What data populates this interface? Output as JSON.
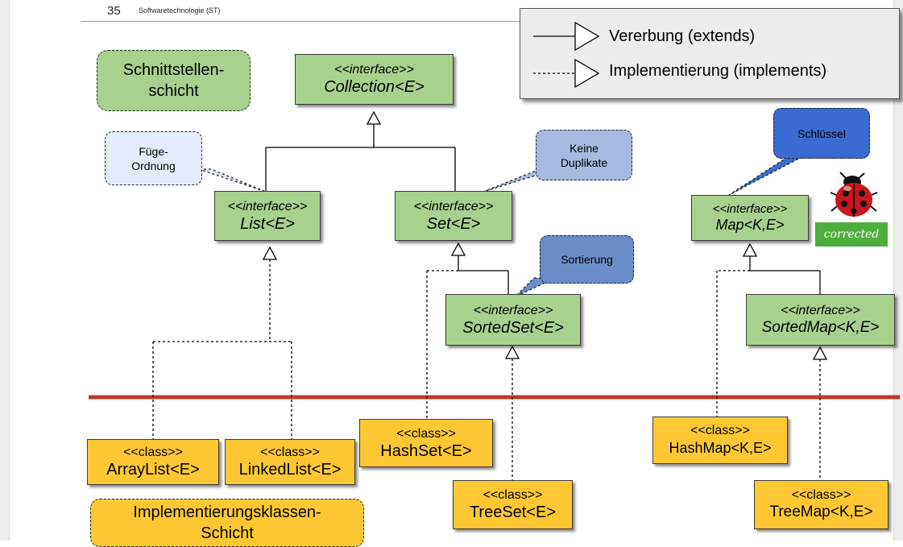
{
  "header": {
    "slide_number": "35",
    "course_title": "Softwaretechnologie (ST)"
  },
  "legend": {
    "extends_label": "Vererbung (extends)",
    "implements_label": "Implementierung (implements)"
  },
  "layers": {
    "interface_layer": "Schnittstellen-\nschicht",
    "implementation_layer": "Implementierungsklassen-\nSchicht"
  },
  "annotations": {
    "order": "Füge-\nOrdnung",
    "no_duplicates": "Keine\nDuplikate",
    "sorting": "Sortierung",
    "key": "Schlüssel"
  },
  "interfaces": {
    "collection": {
      "stereotype": "<<interface>>",
      "name": "Collection<E>"
    },
    "list": {
      "stereotype": "<<interface>>",
      "name": "List<E>"
    },
    "set": {
      "stereotype": "<<interface>>",
      "name": "Set<E>"
    },
    "sortedset": {
      "stereotype": "<<interface>>",
      "name": "SortedSet<E>"
    },
    "map": {
      "stereotype": "<<interface>>",
      "name": "Map<K,E>"
    },
    "sortedmap": {
      "stereotype": "<<interface>>",
      "name": "SortedMap<K,E>"
    }
  },
  "classes": {
    "arraylist": {
      "stereotype": "<<class>>",
      "name": "ArrayList<E>"
    },
    "linkedlist": {
      "stereotype": "<<class>>",
      "name": "LinkedList<E>"
    },
    "hashset": {
      "stereotype": "<<class>>",
      "name": "HashSet<E>"
    },
    "treeset": {
      "stereotype": "<<class>>",
      "name": "TreeSet<E>"
    },
    "hashmap": {
      "stereotype": "<<class>>",
      "name": "HashMap<K,E>"
    },
    "treemap": {
      "stereotype": "<<class>>",
      "name": "TreeMap<K,E>"
    }
  },
  "badge": {
    "corrected_label": "corrected",
    "icon": "ladybug-icon"
  },
  "colors": {
    "interface_fill": "#a9d18e",
    "class_fill": "#ffc832",
    "layer_divider": "#c0392b",
    "badge": "#4caf3c"
  }
}
